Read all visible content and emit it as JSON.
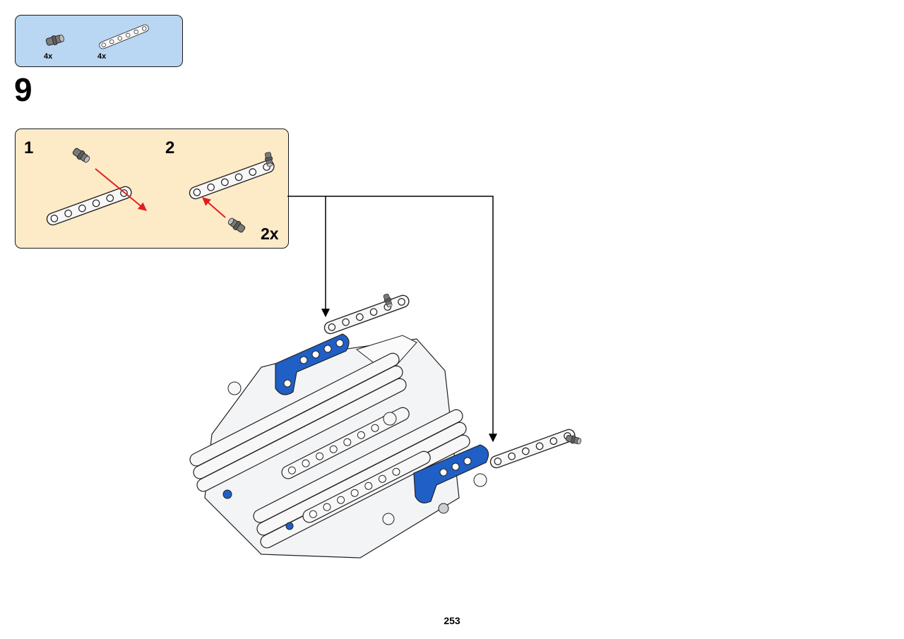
{
  "parts_list": {
    "items": [
      {
        "icon": "axle-pin-icon",
        "qty": "4x"
      },
      {
        "icon": "beam-6-icon",
        "qty": "4x"
      }
    ]
  },
  "step": {
    "number": "9"
  },
  "subassembly": {
    "substeps": [
      {
        "number": "1"
      },
      {
        "number": "2",
        "multiplier": "2x"
      }
    ]
  },
  "page": {
    "number": "253"
  },
  "colors": {
    "parts_bg": "#b9d6f2",
    "subassembly_bg": "#fdebc8",
    "beam_white": "#f7f7f7",
    "beam_blue": "#1f5fc6",
    "pin_grey": "#7a7a7a",
    "arrow_red": "#e02020"
  }
}
